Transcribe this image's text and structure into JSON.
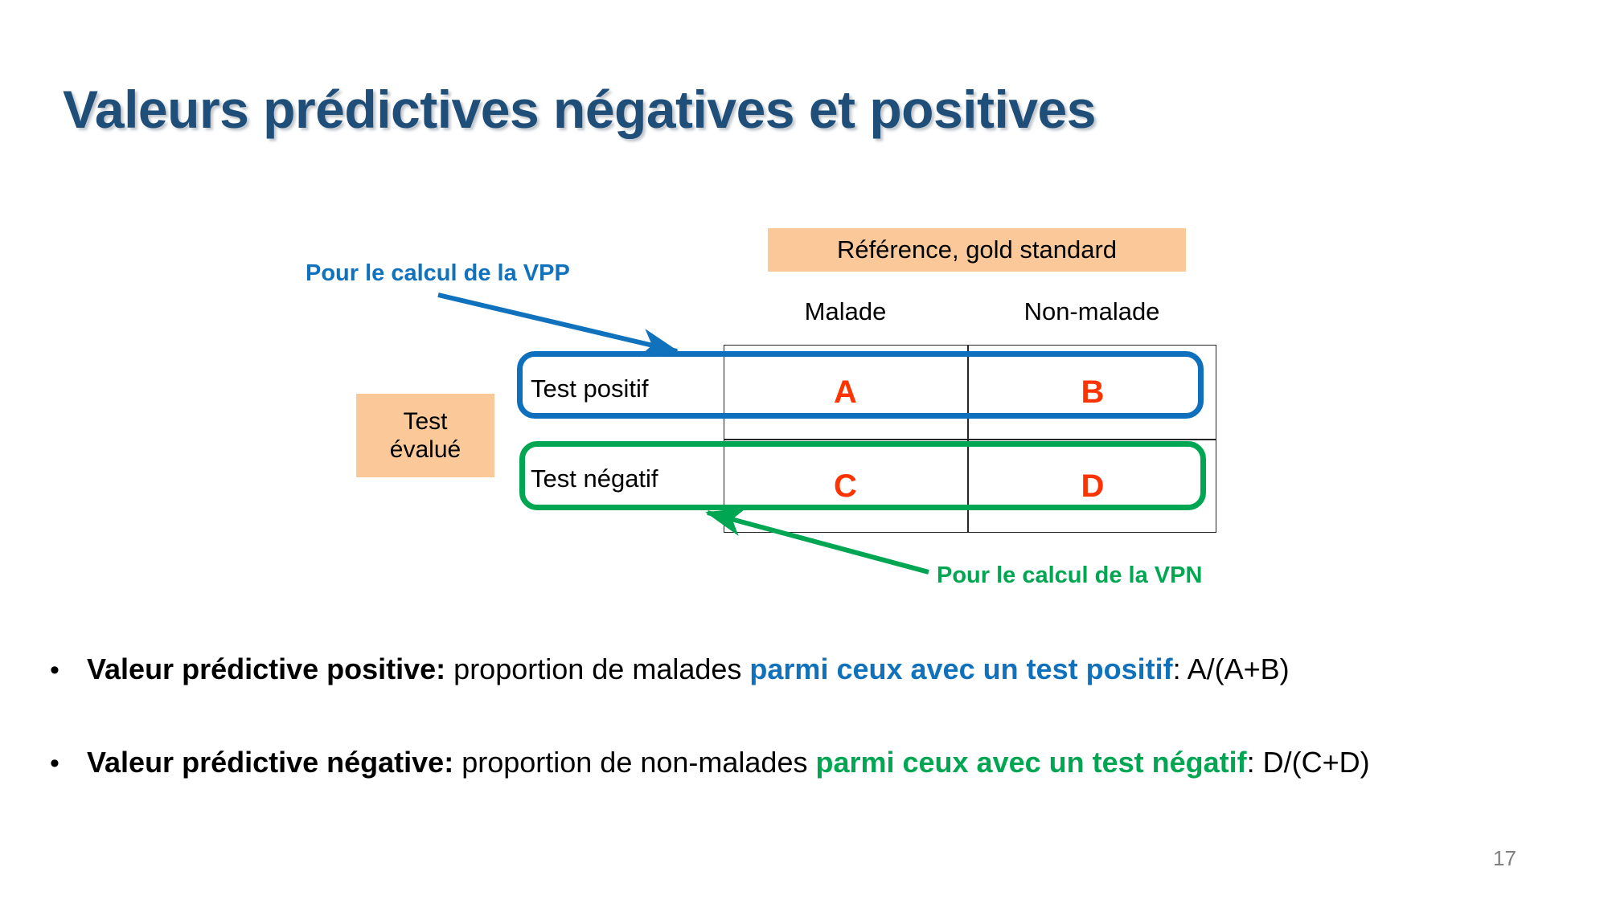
{
  "slide": {
    "title": "Valeurs prédictives négatives et positives",
    "number": "17"
  },
  "colors": {
    "title": "#1F4E79",
    "orange_box": "#FBC999",
    "blue_accent": "#1072BC",
    "green_accent": "#00A651",
    "letter_red": "#FF3300",
    "page_number": "#808080"
  },
  "diagram": {
    "reference_header": "Référence, gold standard",
    "test_evaluated_line1": "Test",
    "test_evaluated_line2": "évalué",
    "column_headers": [
      "Malade",
      "Non-malade"
    ],
    "row_labels": [
      "Test positif",
      "Test négatif"
    ],
    "cells": [
      [
        "A",
        "B"
      ],
      [
        "C",
        "D"
      ]
    ],
    "callout_vpp": "Pour le calcul de la VPP",
    "callout_vpn": "Pour le calcul de la VPN"
  },
  "bullets": [
    {
      "marker": "•",
      "lead": "Valeur prédictive positive:",
      "middle": " proportion de malades ",
      "highlight": "parmi ceux avec un test positif",
      "tail": ": A/(A+B)",
      "highlight_color": "blue"
    },
    {
      "marker": "•",
      "lead": "Valeur prédictive négative:",
      "middle": " proportion de non-malades ",
      "highlight": "parmi ceux avec un test négatif",
      "tail": ": D/(C+D)",
      "highlight_color": "green"
    }
  ]
}
